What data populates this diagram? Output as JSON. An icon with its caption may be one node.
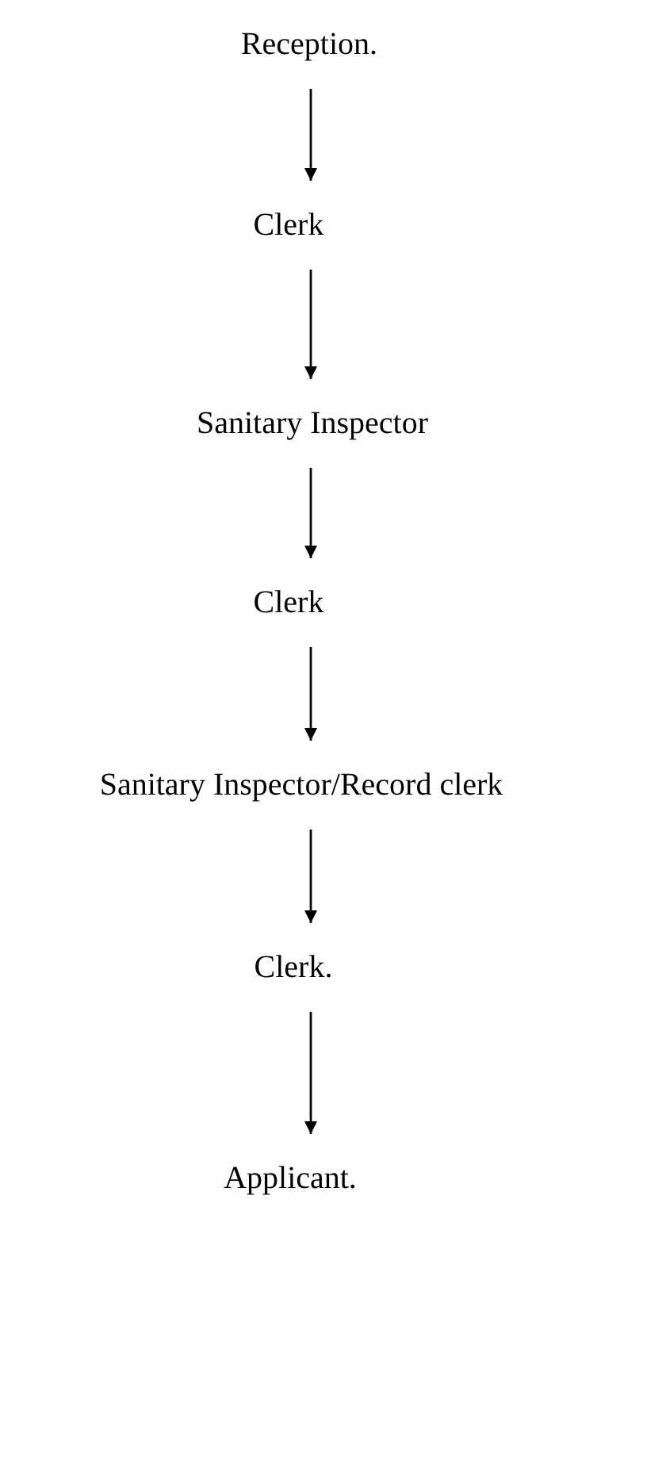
{
  "diagram": {
    "nodes": [
      {
        "text": [
          "Reception."
        ]
      },
      {
        "text": [
          "Clerk"
        ]
      },
      {
        "text": [
          "Sanitary Inspector"
        ]
      },
      {
        "text": [
          "Clerk"
        ]
      },
      {
        "text": [
          "Sanitary Inspector/Record clerk"
        ]
      },
      {
        "text": [
          "Clerk."
        ]
      },
      {
        "text": [
          "Applicant."
        ]
      }
    ],
    "edges": [
      {
        "from": 0,
        "to": 1,
        "arrow": "to"
      },
      {
        "from": 1,
        "to": 2,
        "arrow": "to"
      },
      {
        "from": 2,
        "to": 3,
        "arrow": "to"
      },
      {
        "from": 3,
        "to": 4,
        "arrow": "to"
      },
      {
        "from": 4,
        "to": 5,
        "arrow": "to"
      },
      {
        "from": 5,
        "to": 6,
        "arrow": "to"
      }
    ]
  }
}
